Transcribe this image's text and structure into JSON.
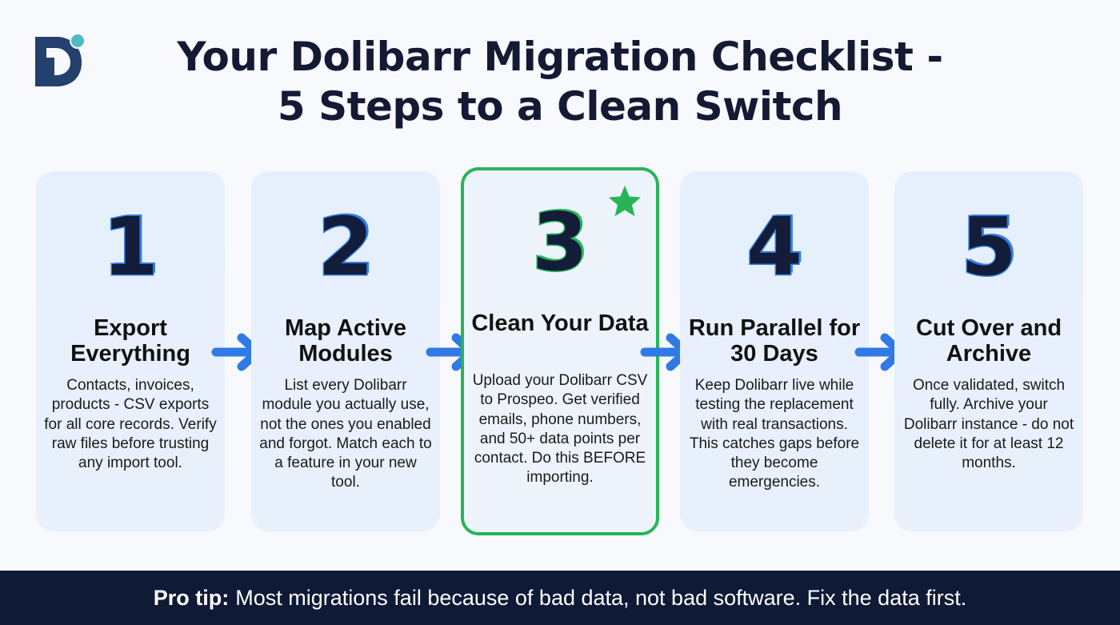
{
  "header": {
    "logo": "dolibarr-logo",
    "title_line1": "Your Dolibarr Migration Checklist -",
    "title_line2": "5 Steps to a Clean Switch"
  },
  "colors": {
    "navy": "#141a33",
    "accent_blue": "#2f7ae5",
    "highlight_green": "#27b458",
    "card_bg": "#e6f0fd",
    "footer_bg": "#0f1a36"
  },
  "steps": [
    {
      "number": "1",
      "title": "Export Everything",
      "description": "Contacts, invoices, products - CSV exports for all core records. Verify raw files before trusting any import tool."
    },
    {
      "number": "2",
      "title": "Map Active Modules",
      "description": "List every Dolibarr module you actually use, not the ones you enabled and forgot. Match each to a feature in your new tool."
    },
    {
      "number": "3",
      "title": "Clean Your Data",
      "description": "Upload your Dolibarr CSV to Prospeo. Get verified emails, phone numbers, and 50+ data points per contact. Do this BEFORE importing.",
      "highlighted": true,
      "badge_icon": "star-icon"
    },
    {
      "number": "4",
      "title": "Run Parallel for 30 Days",
      "description": "Keep Dolibarr live while testing the replacement with real transactions. This catches gaps before they become emergencies."
    },
    {
      "number": "5",
      "title": "Cut Over and Archive",
      "description": "Once validated, switch fully. Archive your Dolibarr instance - do not delete it for at least 12 months."
    }
  ],
  "footer": {
    "label": "Pro tip:",
    "text": "Most migrations fail because of bad data, not bad software. Fix the data first."
  }
}
